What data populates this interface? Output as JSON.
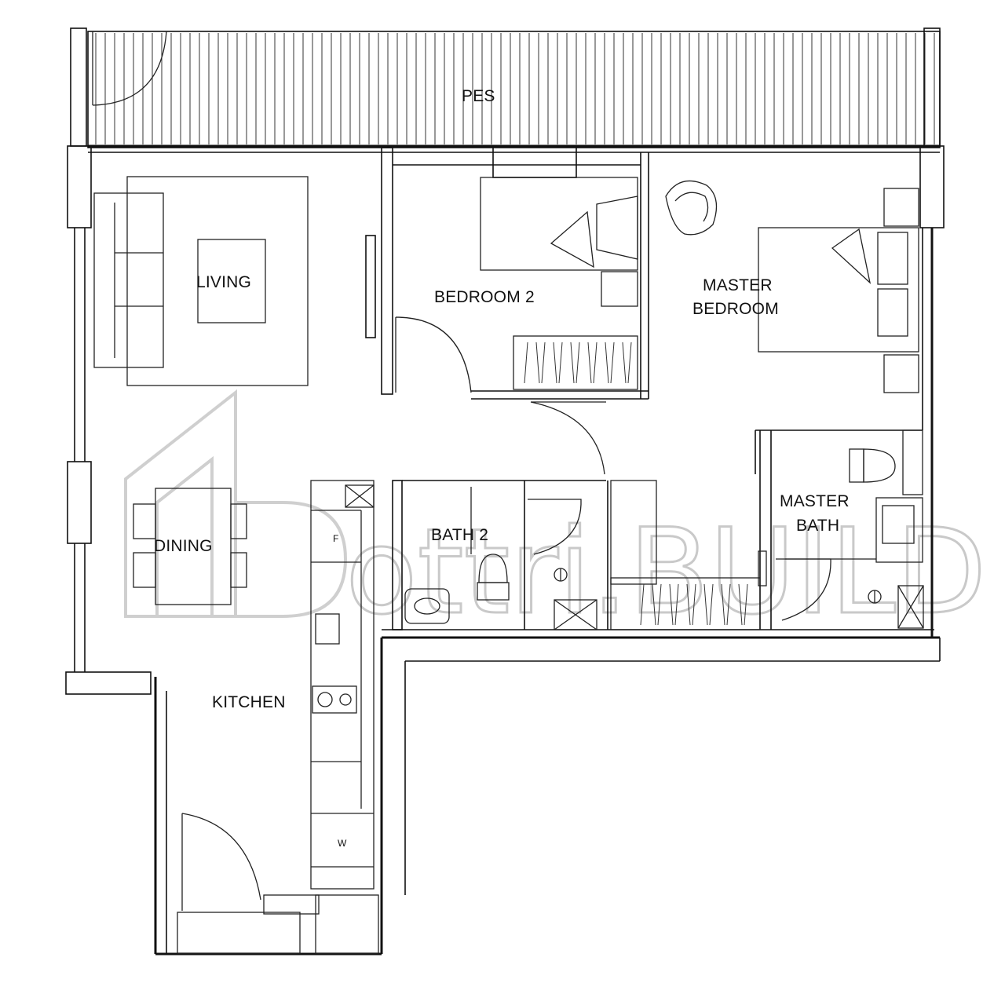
{
  "watermark": {
    "text": "ottri.BUILD"
  },
  "rooms": {
    "pes": "PES",
    "living": "LIVING",
    "bedroom2": "BEDROOM 2",
    "master_bedroom_line1": "MASTER",
    "master_bedroom_line2": "BEDROOM",
    "dining": "DINING",
    "bath2": "BATH 2",
    "master_bath_line1": "MASTER",
    "master_bath_line2": "BATH",
    "kitchen": "KITCHEN"
  },
  "fixtures": {
    "fridge": "F",
    "washer": "W"
  }
}
